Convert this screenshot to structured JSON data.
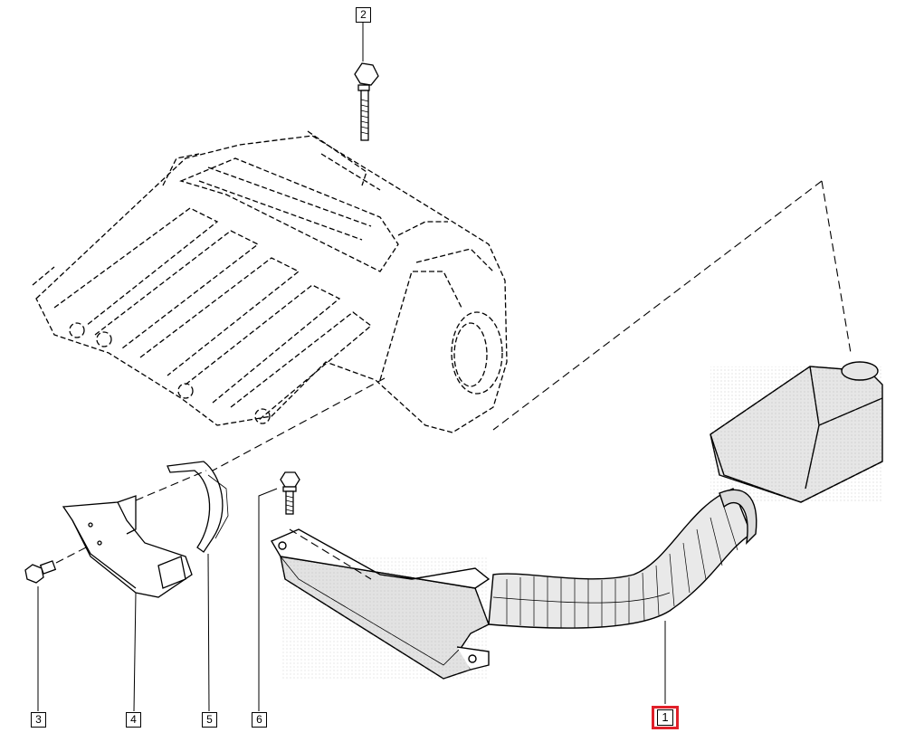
{
  "diagram": {
    "callouts": [
      {
        "id": "1",
        "label": "1",
        "highlighted": true
      },
      {
        "id": "2",
        "label": "2"
      },
      {
        "id": "3",
        "label": "3"
      },
      {
        "id": "4",
        "label": "4"
      },
      {
        "id": "5",
        "label": "5"
      },
      {
        "id": "6",
        "label": "6"
      }
    ],
    "colors": {
      "line": "#000000",
      "highlight": "#e0202a",
      "shade": "#d9d9d9"
    }
  }
}
